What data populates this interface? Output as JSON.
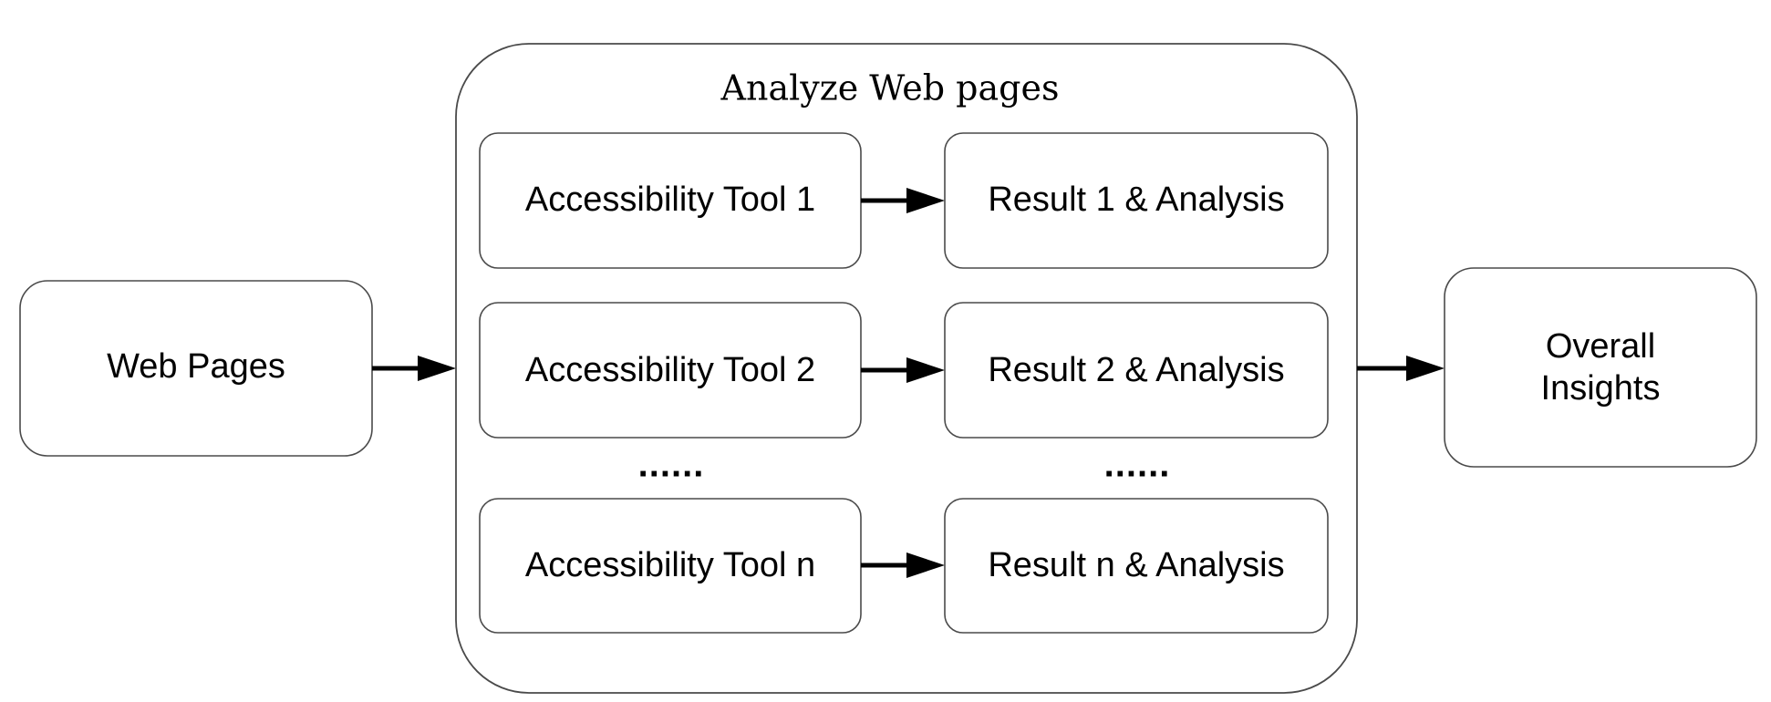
{
  "input": {
    "label": "Web Pages"
  },
  "analyze": {
    "title": "Analyze Web pages",
    "rows": [
      {
        "tool": "Accessibility Tool 1",
        "result": "Result 1 & Analysis"
      },
      {
        "tool": "Accessibility Tool 2",
        "result": "Result 2 & Analysis"
      },
      {
        "tool": "Accessibility Tool n",
        "result": "Result n & Analysis"
      }
    ],
    "ellipsis_left": "......",
    "ellipsis_right": "......"
  },
  "output": {
    "line1": "Overall",
    "line2": "Insights"
  }
}
